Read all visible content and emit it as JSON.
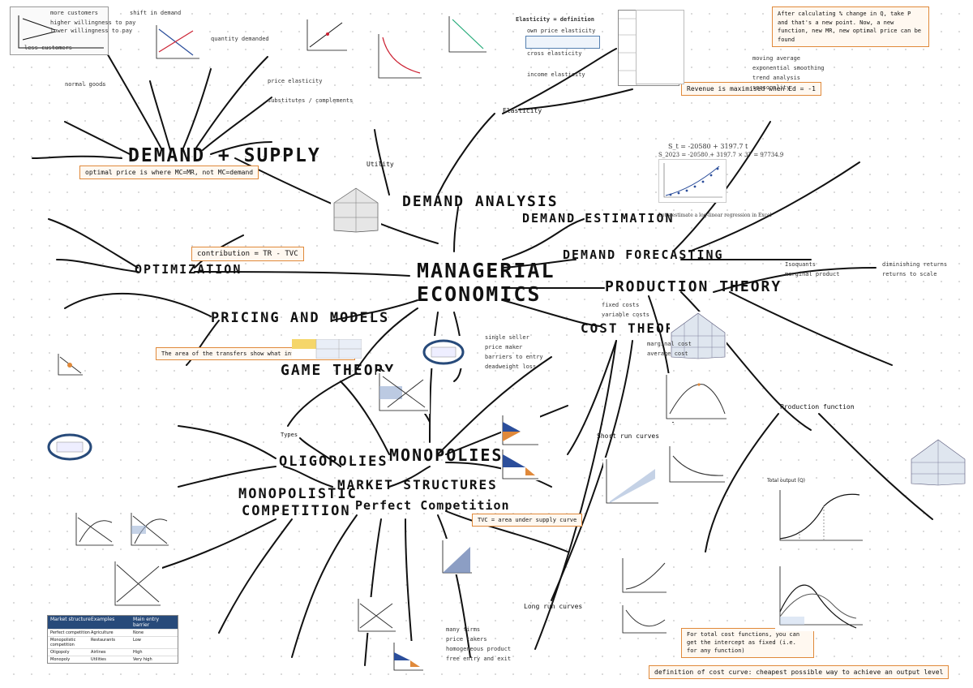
{
  "main_title": {
    "line1": "MANAGERIAL",
    "line2": "ECONOMICS"
  },
  "branches": {
    "demand_supply": "DEMAND + SUPPLY",
    "demand_analysis": "DEMAND ANALYSIS",
    "demand_estimation": "DEMAND ESTIMATION",
    "demand_forecasting": "DEMAND FORECASTING",
    "production_theory": "PRODUCTION THEORY",
    "cost_theory": "COST THEORY",
    "optimization": "OPTIMIZATION",
    "pricing_models": "PRICING AND MODELS",
    "game_theory": "GAME THEORY",
    "monopolies": "MONOPOLIES",
    "oligopolies": "OLIGOPOLIES",
    "monopolistic_1": "MONOPOLISTIC",
    "monopolistic_2": "COMPETITION",
    "market_structures": "MARKET STRUCTURES",
    "perfect_competition": "Perfect Competition"
  },
  "sub_labels": {
    "elasticity": "Elasticity",
    "utility": "Utility",
    "short_run": "Short run curves",
    "long_run": "Long run curves",
    "production_function": "Production function",
    "types": "Types",
    "total_output": "Total output (Q)"
  },
  "callouts": {
    "optimal_price": "optimal price is where MC=MR, not MC=demand",
    "contribution": "contribution = TR - TVC",
    "transfer": "The area of the transfers show what intersection to use",
    "revenue_max": "Revenue is maximised when Ed = -1",
    "tvc_area": "TVC = area under supply curve",
    "cost_def": "definition of cost curve: cheapest possible way to achieve an output level",
    "total_cost_fn": "For total cost functions, you can get the intercept as fixed (i.e. for any function)",
    "after_calc": "After calculating % change in Q, take P and that's a new point. Now, a new function, new MR, new optimal price can be found"
  },
  "notes": {
    "customers": [
      "more customers",
      "higher willingness to pay",
      "lower willingness to pay",
      "less customers"
    ],
    "demand_supply_notes": [
      "shift in demand",
      "quantity demanded",
      "price elasticity",
      "substitutes / complements",
      "normal goods"
    ],
    "elasticity_notes": [
      "Elasticity = definition",
      "own price elasticity",
      "cross elasticity",
      "income elasticity"
    ],
    "cost_theory_notes": [
      "fixed costs",
      "variable costs",
      "marginal cost",
      "average cost"
    ],
    "forecasting_notes": [
      "moving average",
      "exponential smoothing",
      "trend analysis",
      "seasonality"
    ],
    "production_notes": [
      "Isoquants",
      "marginal product",
      "diminishing returns",
      "returns to scale"
    ],
    "monopoly_notes": [
      "single seller",
      "price maker",
      "barriers to entry",
      "deadweight loss"
    ],
    "perfect_notes": [
      "many firms",
      "price takers",
      "homogeneous product",
      "free entry and exit"
    ]
  },
  "forecast_equations": {
    "eq1": "S_t = -20580 + 3197.7 t",
    "eq2": "S_2023 = -20580 + 3197.7 × 37 = 97734.9",
    "eq3": "Let's estimate a log-linear regression in Excel"
  },
  "table": {
    "headers": [
      "Market structure",
      "Examples",
      "Main entry barrier"
    ],
    "rows": [
      [
        "Perfect competition",
        "Agriculture",
        "None"
      ],
      [
        "Monopolistic competition",
        "Restaurants",
        "Low"
      ],
      [
        "Oligopoly",
        "Airlines",
        "High"
      ],
      [
        "Monopoly",
        "Utilities",
        "Very high"
      ]
    ]
  },
  "colors": {
    "accent": "#e0893a",
    "blue": "#274a7a"
  }
}
